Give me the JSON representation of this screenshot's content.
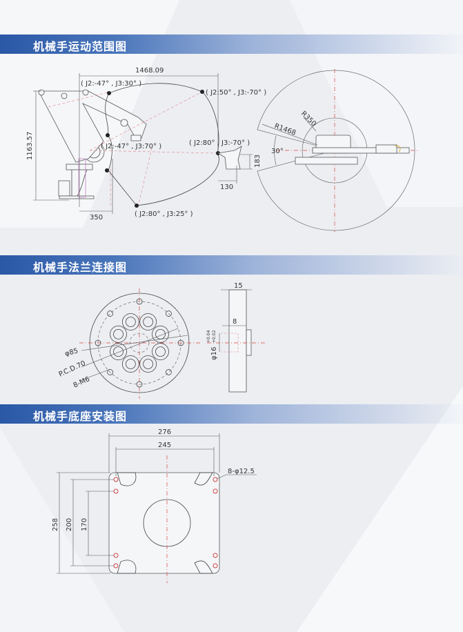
{
  "sections": {
    "motion_range": {
      "title": "机械手运动范围图",
      "dims": {
        "reach": "1468.09",
        "height": "1163.57",
        "base_offset": "350",
        "flange_offset": "130",
        "flange_height": "183"
      },
      "positions": [
        "( J2:-47° , J3:30° )",
        "( J2:50° , J3:-70° )",
        "( J2:-47° , J3:70° )",
        "( J2:80° , J3:-70° )",
        "( J2:80° , J3:25° )"
      ],
      "top_view": {
        "outer_radius": "R1468",
        "inner_radius": "R350",
        "dead_angle": "30°"
      }
    },
    "flange": {
      "title": "机械手法兰连接图",
      "labels": {
        "outer_dia": "φ85",
        "pcd": "P.C.D.70",
        "holes": "8-M6",
        "thickness": "15",
        "boss_depth": "8",
        "boss_dia": "φ16",
        "tol_upper": "+0.04",
        "tol_lower": "+0.02"
      }
    },
    "base": {
      "title": "机械手底座安装图",
      "dims": {
        "width_outer": "276",
        "width_holes": "245",
        "height_outer": "258",
        "height_holes": "200",
        "height_inner": "170",
        "holes": "8-φ12.5"
      }
    }
  }
}
